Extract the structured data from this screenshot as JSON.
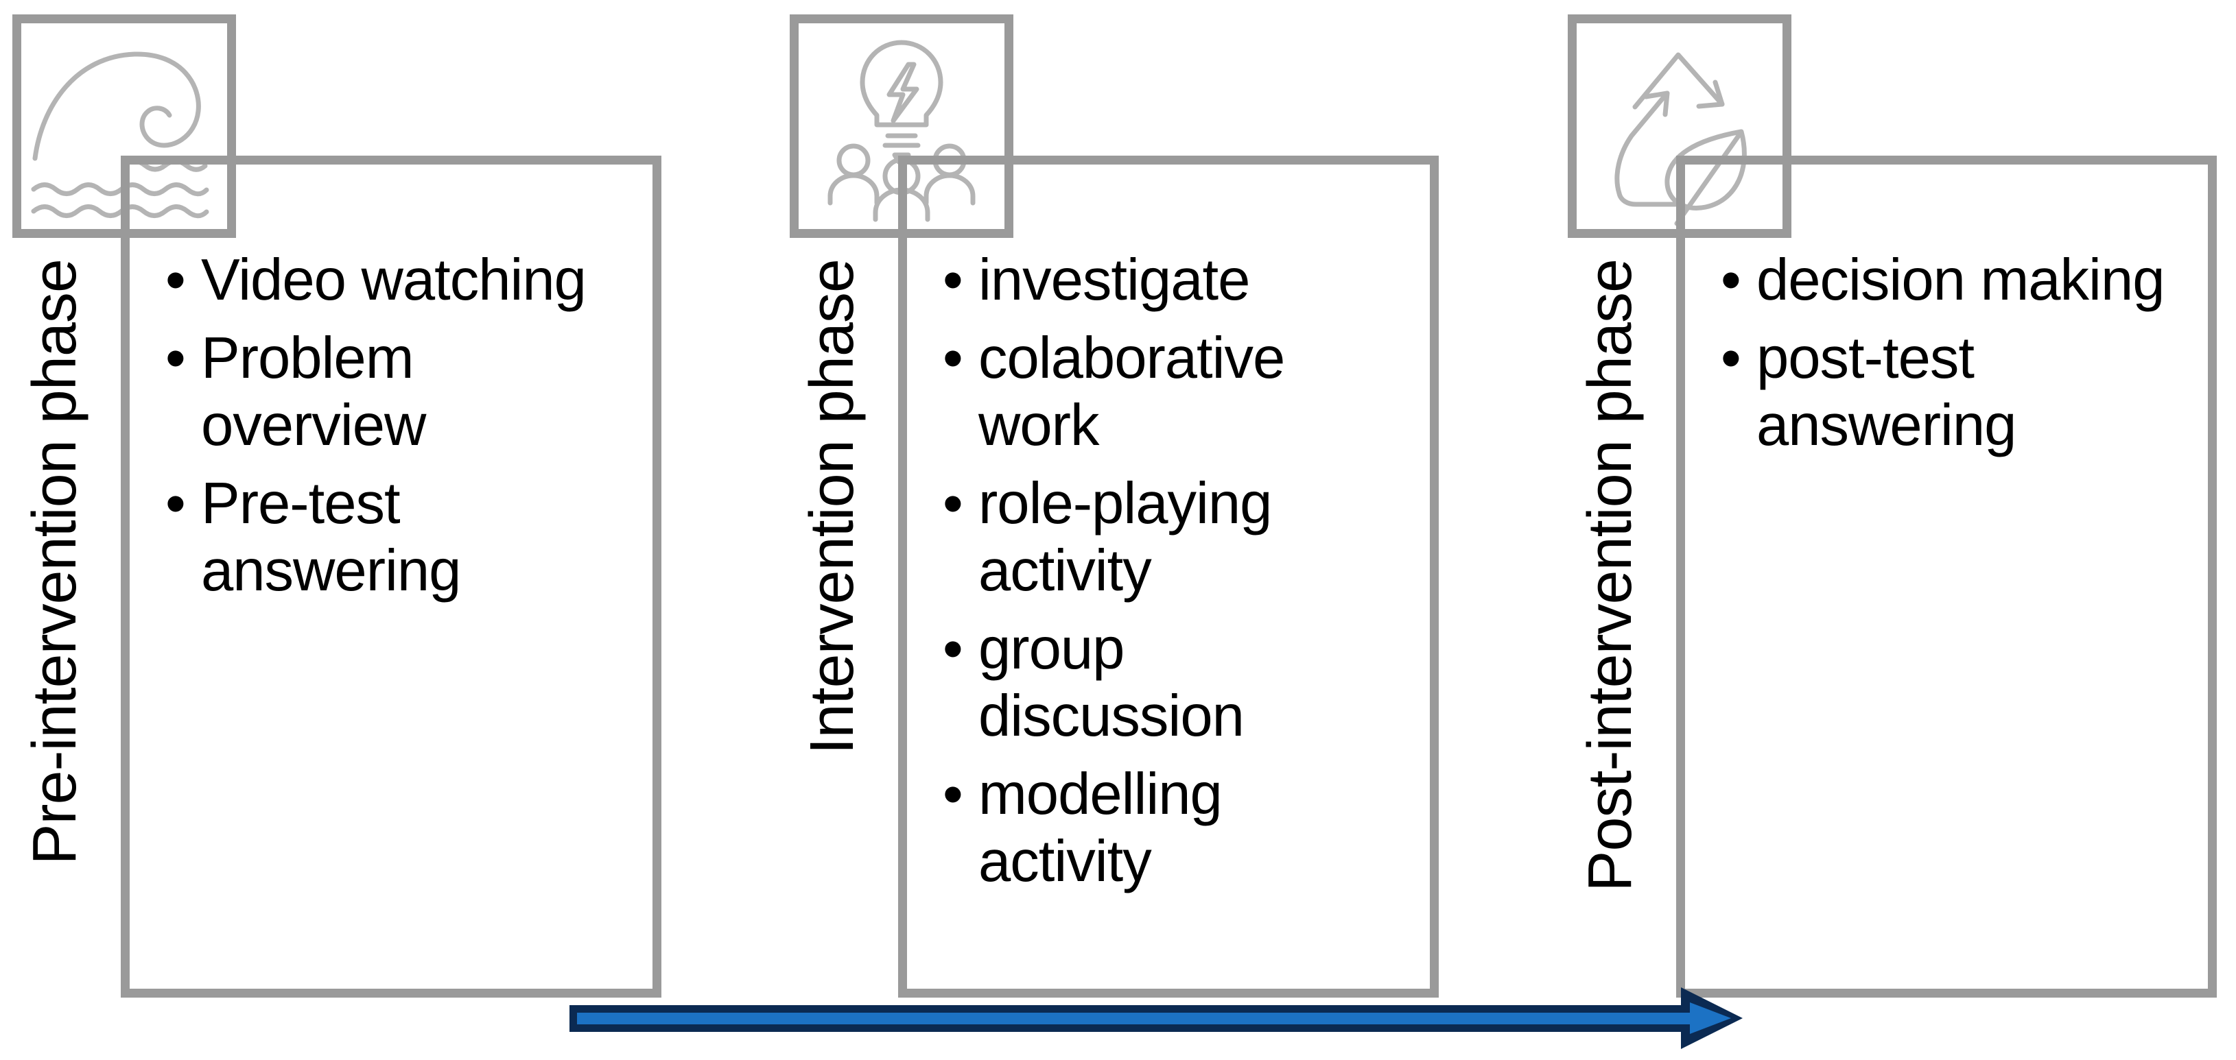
{
  "colors": {
    "box_border": "#9a9a9a",
    "icon_stroke": "#b4b4b4",
    "arrow_navy": "#0b2a52",
    "arrow_blue": "#1c72c4"
  },
  "phases": [
    {
      "label": "Pre-intervention phase",
      "icon": "wave-icon",
      "bullets": [
        "Video watching",
        "Problem overview",
        "Pre-test answering"
      ]
    },
    {
      "label": "Intervention phase",
      "icon": "team-idea-icon",
      "bullets": [
        "investigate",
        "colaborative work",
        "role-playing activity",
        "group discussion",
        "modelling activity"
      ]
    },
    {
      "label": "Post-intervention phase",
      "icon": "recycle-leaf-icon",
      "bullets": [
        "decision making",
        "post-test answering"
      ]
    }
  ],
  "timeline_arrow": {
    "direction": "left-to-right"
  }
}
